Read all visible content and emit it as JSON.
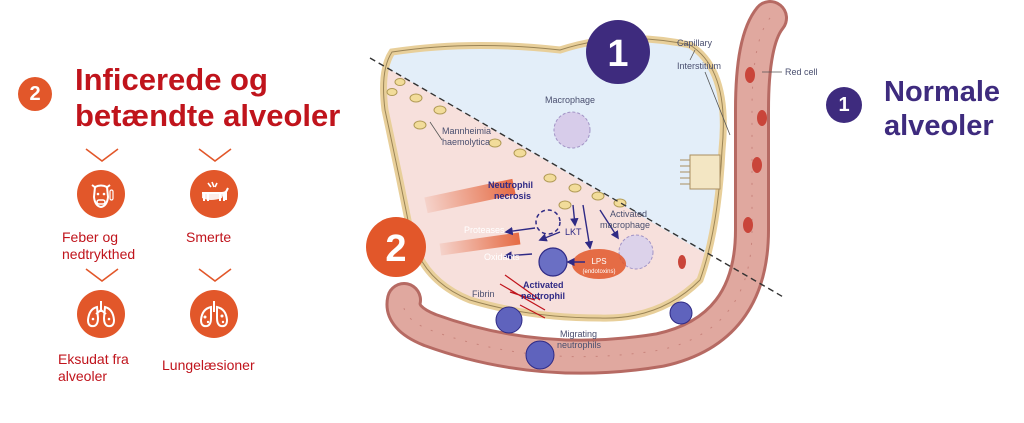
{
  "left_panel": {
    "badge": "2",
    "title_line1": "Inficerede og",
    "title_line2": "betændte alveoler",
    "symptoms": [
      {
        "label_line1": "Feber og",
        "label_line2": "nedtrykthed",
        "icon": "cow-head-thermometer-icon"
      },
      {
        "label_line1": "Smerte",
        "label_line2": "",
        "icon": "cow-pain-icon"
      },
      {
        "label_line1": "Eksudat fra",
        "label_line2": "alveoler",
        "icon": "lungs-exudate-icon"
      },
      {
        "label_line1": "Lungelæsioner",
        "label_line2": "",
        "icon": "lungs-lesions-icon"
      }
    ]
  },
  "right_panel": {
    "badge": "1",
    "title_line1": "Normale",
    "title_line2": "alveoler"
  },
  "diagram": {
    "badge_normal": "1",
    "badge_infected": "2",
    "labels": {
      "capillary": "Capillary",
      "interstitium": "Interstitium",
      "red_cell": "Red cell",
      "macrophage": "Macrophage",
      "mannheimia_1": "Mannheimia",
      "mannheimia_2": "haemolytica",
      "neutrophil_necrosis_1": "Neutrophil",
      "neutrophil_necrosis_2": "necrosis",
      "activated_macrophage_1": "Activated",
      "activated_macrophage_2": "macrophage",
      "proteases": "Proteases",
      "lkt": "LKT",
      "oxidants": "Oxidants",
      "lps": "LPS",
      "lps_sub": "(endotoxins)",
      "activated_neutrophil_1": "Activated",
      "activated_neutrophil_2": "neutrophil",
      "fibrin": "Fibrin",
      "migrating_1": "Migrating",
      "migrating_2": "neutrophils"
    }
  },
  "colors": {
    "orange": "#e2572a",
    "red_text": "#c0141c",
    "purple": "#3e2b7e",
    "capillary": "#d9978f",
    "alveolus_blue": "#e3eef9",
    "alveolus_pink": "#f7e0dc"
  }
}
